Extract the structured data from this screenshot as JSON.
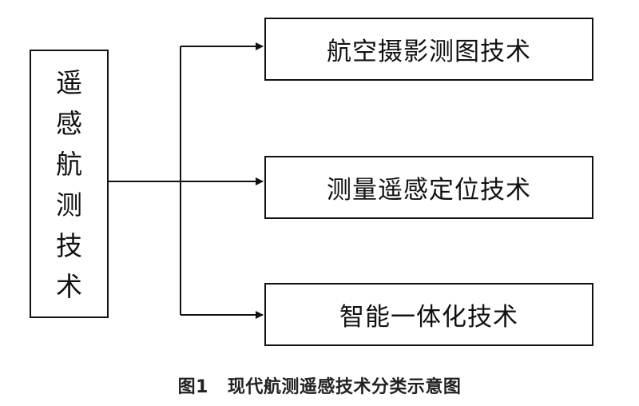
{
  "diagram": {
    "root": {
      "label": "遥感航测技术",
      "chars": [
        "遥",
        "感",
        "航",
        "测",
        "技",
        "术"
      ]
    },
    "branches": [
      {
        "label": "航空摄影测图技术"
      },
      {
        "label": "测量遥感定位技术"
      },
      {
        "label": "智能一体化技术"
      }
    ]
  },
  "caption": {
    "figure_number": "图1",
    "title": "现代航测遥感技术分类示意图"
  }
}
